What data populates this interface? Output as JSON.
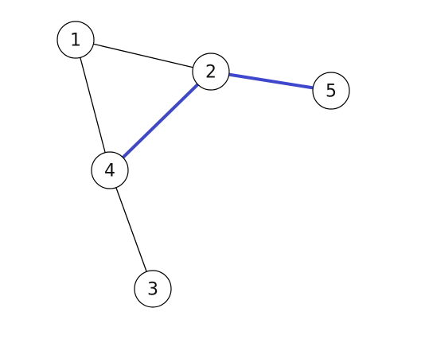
{
  "graph": {
    "nodes": [
      {
        "id": "1",
        "label": "1"
      },
      {
        "id": "2",
        "label": "2"
      },
      {
        "id": "3",
        "label": "3"
      },
      {
        "id": "4",
        "label": "4"
      },
      {
        "id": "5",
        "label": "5"
      }
    ],
    "edges": [
      {
        "from": "1",
        "to": "2",
        "highlighted": false
      },
      {
        "from": "1",
        "to": "4",
        "highlighted": false
      },
      {
        "from": "4",
        "to": "3",
        "highlighted": false
      },
      {
        "from": "4",
        "to": "2",
        "highlighted": true
      },
      {
        "from": "2",
        "to": "5",
        "highlighted": true
      }
    ],
    "colors": {
      "edge_default": "#000000",
      "edge_highlighted": "#3f48cc",
      "node_fill": "#ffffff",
      "node_stroke": "#000000",
      "label": "#111111"
    }
  }
}
